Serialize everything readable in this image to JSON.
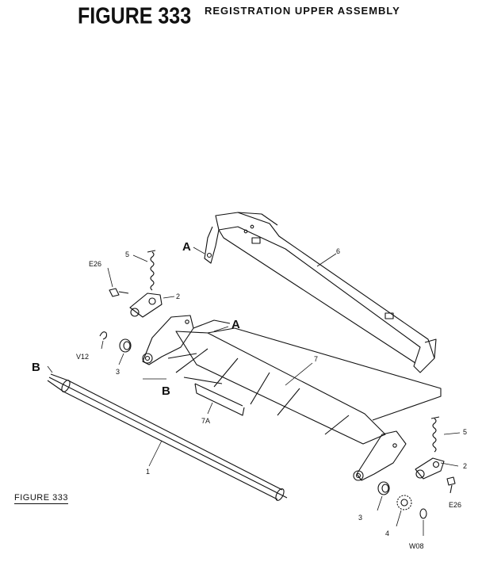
{
  "header": {
    "figure_number": "FIGURE 333",
    "title": "REGISTRATION UPPER ASSEMBLY"
  },
  "corner_label": "FIGURE 333",
  "callouts": {
    "c_A_top": "A",
    "c_5_left": "5",
    "c_6": "6",
    "c_E26_left": "E26",
    "c_2_left": "2",
    "c_A_mid": "A",
    "c_V12": "V12",
    "c_3_left": "3",
    "c_B_left": "B",
    "c_B_mid": "B",
    "c_7": "7",
    "c_7A": "7A",
    "c_1": "1",
    "c_5_right": "5",
    "c_2_right": "2",
    "c_E26_right": "E26",
    "c_3_right": "3",
    "c_4": "4",
    "c_W08": "W08"
  }
}
